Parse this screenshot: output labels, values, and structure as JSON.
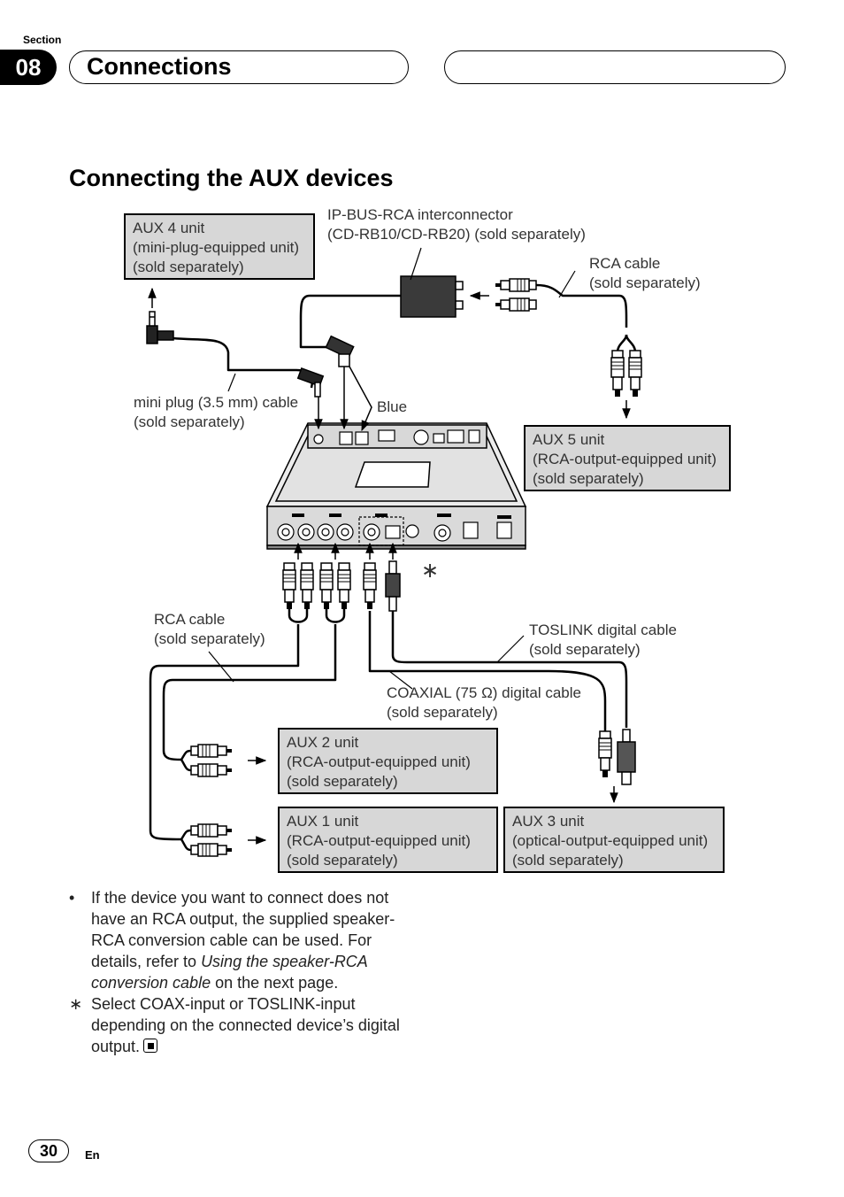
{
  "header": {
    "section_label": "Section",
    "section_number": "08",
    "title": "Connections"
  },
  "main": {
    "heading": "Connecting the AUX devices"
  },
  "diagram": {
    "aux4": [
      "AUX 4 unit",
      "(mini-plug-equipped unit)",
      "(sold separately)"
    ],
    "ipbus": [
      "IP-BUS-RCA interconnector",
      "(CD-RB10/CD-RB20) (sold separately)"
    ],
    "rca_top": [
      "RCA cable",
      "(sold separately)"
    ],
    "mini_plug": [
      "mini plug (3.5 mm) cable",
      "(sold separately)"
    ],
    "blue": "Blue",
    "aux5": [
      "AUX 5 unit",
      "(RCA-output-equipped unit)",
      "(sold separately)"
    ],
    "asterisk": "∗",
    "rca_left": [
      "RCA cable",
      "(sold separately)"
    ],
    "toslink": [
      "TOSLINK digital cable",
      "(sold separately)"
    ],
    "coaxial": [
      "COAXIAL (75 Ω) digital cable",
      "(sold separately)"
    ],
    "aux2": [
      "AUX 2 unit",
      "(RCA-output-equipped unit)",
      "(sold separately)"
    ],
    "aux1": [
      "AUX 1 unit",
      "(RCA-output-equipped unit)",
      "(sold separately)"
    ],
    "aux3": [
      "AUX 3 unit",
      "(optical-output-equipped unit)",
      "(sold separately)"
    ]
  },
  "notes": {
    "bullet_mark": "•",
    "bullet_pre": "If the device you want to connect does not have an RCA output, the supplied speaker-RCA conversion cable can be used. For details, refer to ",
    "bullet_italic": "Using the speaker-RCA conversion cable",
    "bullet_post": " on the next page.",
    "star_mark": "∗",
    "star_text": "Select COAX-input or TOSLINK-input depending on the connected device’s digital output."
  },
  "footer": {
    "page_number": "30",
    "language": "En"
  },
  "icons": {
    "end_mark": "stop-square-icon"
  }
}
